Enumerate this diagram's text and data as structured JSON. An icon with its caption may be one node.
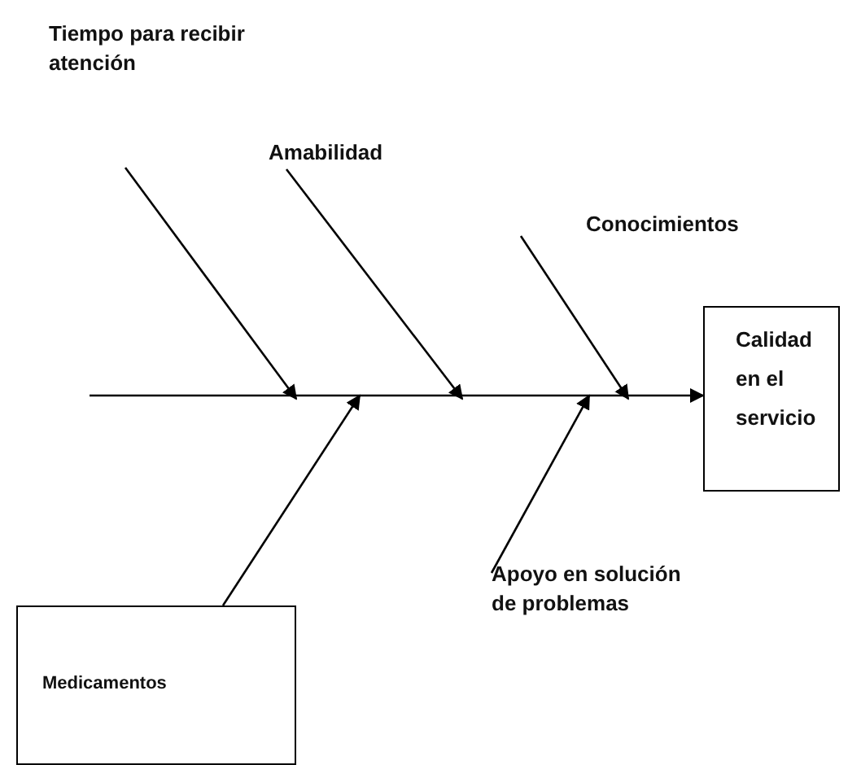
{
  "diagram": {
    "nodes": [
      {
        "text": [
          "Tiempo para recibir atención"
        ]
      },
      {
        "text": [
          "Amabilidad"
        ]
      },
      {
        "text": [
          "Conocimientos"
        ]
      },
      {
        "text": [
          "Calidad en el servicio"
        ]
      },
      {
        "text": [
          "Medicamentos"
        ]
      },
      {
        "text": [
          "Apoyo en solución de problemas"
        ]
      }
    ],
    "edges": [
      {
        "from": null,
        "to": 3,
        "arrow": "to"
      },
      {
        "from": 0,
        "to": null,
        "arrow": "to"
      },
      {
        "from": 1,
        "to": null,
        "arrow": "to"
      },
      {
        "from": 2,
        "to": null,
        "arrow": "to"
      },
      {
        "from": 4,
        "to": null,
        "arrow": "to"
      },
      {
        "from": 5,
        "to": null,
        "arrow": "to"
      }
    ]
  }
}
